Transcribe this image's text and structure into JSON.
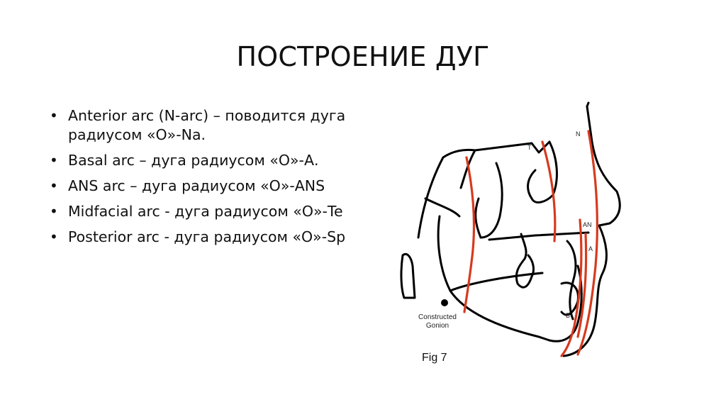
{
  "slide": {
    "title": "ПОСТРОЕНИЕ ДУГ",
    "bullets": [
      {
        "text": "Anterior arc (N-arc) – поводится дуга радиусом «О»-Na."
      },
      {
        "text": "Basal arc – дуга радиусом «О»-А."
      },
      {
        "text": "ANS arc – дуга радиусом «О»-ANS"
      },
      {
        "text": "Midfacial arc - дуга радиусом «О»-Te"
      },
      {
        "text": "Posterior arc - дуга радиусом «О»-Sp"
      }
    ],
    "bullet_glyph": "•"
  },
  "figure": {
    "caption": "Fig 7",
    "labels": {
      "n": "N",
      "t": "T",
      "an": "AN",
      "a": "A",
      "b": "B",
      "gonion_line1": "Constructed",
      "gonion_line2": "Gonion"
    },
    "arc_color": "#d63a1f",
    "line_color": "#000000"
  }
}
